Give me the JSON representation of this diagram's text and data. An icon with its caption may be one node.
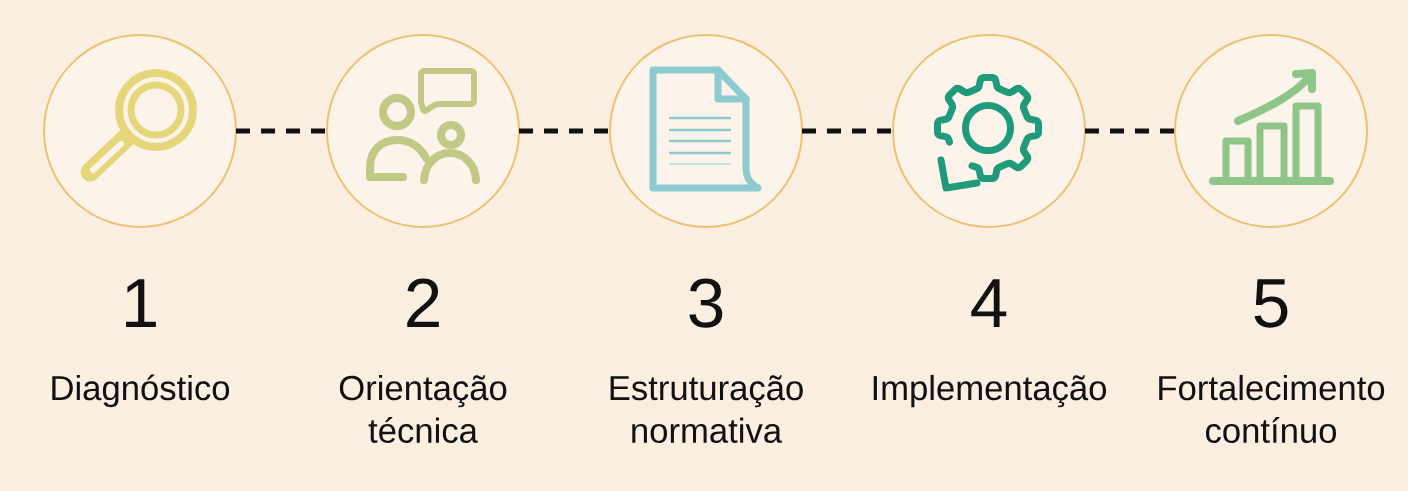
{
  "diagram": {
    "nodes": [
      {
        "text": [],
        "shape": "circle",
        "beside": [
          "1",
          "Diagnóstico"
        ]
      },
      {
        "text": [],
        "shape": "circle",
        "beside": [
          "2",
          "Orientação técnica"
        ]
      },
      {
        "text": [],
        "shape": "circle",
        "beside": [
          "3",
          "Estruturação normativa"
        ]
      },
      {
        "text": [],
        "shape": "circle",
        "beside": [
          "4",
          "Implementação"
        ]
      },
      {
        "text": [],
        "shape": "circle",
        "beside": [
          "5",
          "Fortalecimento contínuo"
        ]
      }
    ],
    "edges": [
      {
        "from": 0,
        "to": 1,
        "arrow": "none",
        "style": "dashed"
      },
      {
        "from": 1,
        "to": 2,
        "arrow": "none",
        "style": "dashed"
      },
      {
        "from": 2,
        "to": 3,
        "arrow": "none",
        "style": "dashed"
      },
      {
        "from": 3,
        "to": 4,
        "arrow": "none",
        "style": "dashed"
      }
    ]
  }
}
